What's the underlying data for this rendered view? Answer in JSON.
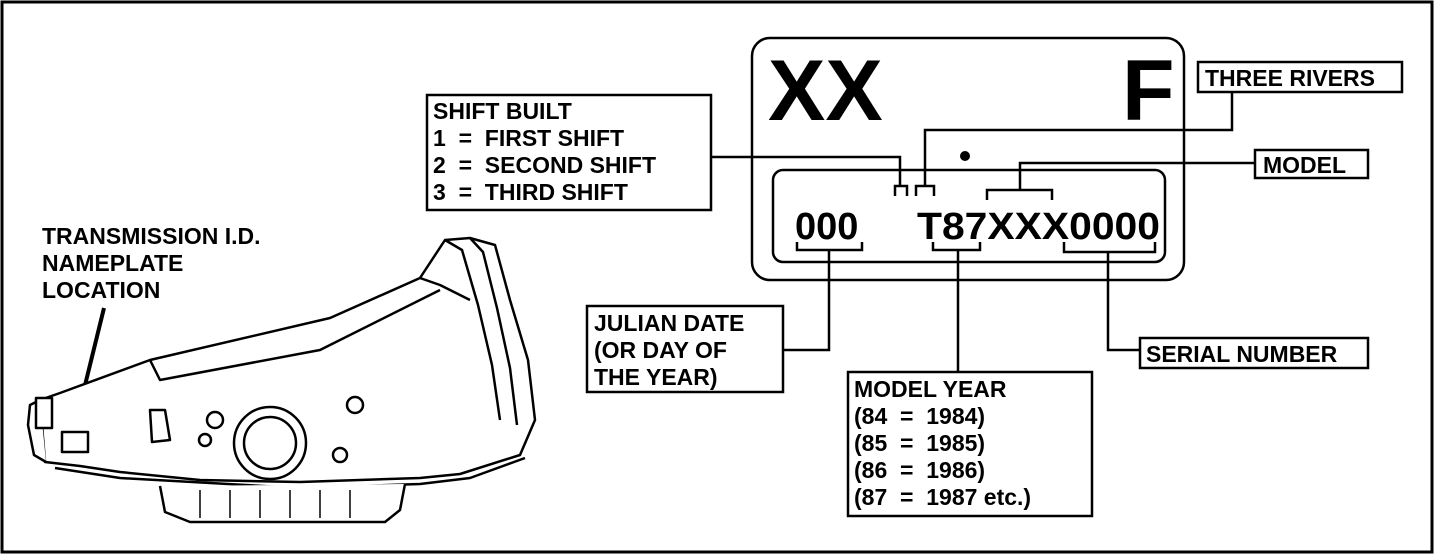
{
  "nameplate": {
    "top_left_code": "XX",
    "top_right_code": "F",
    "id_prefix": "000",
    "id_main": "T87XXX0000"
  },
  "callouts": {
    "shift_built": {
      "title": "SHIFT BUILT",
      "lines": [
        "1  =  FIRST SHIFT",
        "2  =  SECOND SHIFT",
        "3  =  THIRD SHIFT"
      ]
    },
    "three_rivers": "THREE RIVERS",
    "model": "MODEL",
    "serial_number": "SERIAL NUMBER",
    "julian_date": {
      "lines": [
        "JULIAN DATE",
        "(OR DAY OF",
        "THE YEAR)"
      ]
    },
    "model_year": {
      "title": "MODEL YEAR",
      "lines": [
        "(84  =  1984)",
        "(85  =  1985)",
        "(86  =  1986)",
        "(87  =  1987 etc.)"
      ]
    },
    "location": {
      "lines": [
        "TRANSMISSION I.D.",
        "NAMEPLATE",
        "LOCATION"
      ]
    }
  }
}
